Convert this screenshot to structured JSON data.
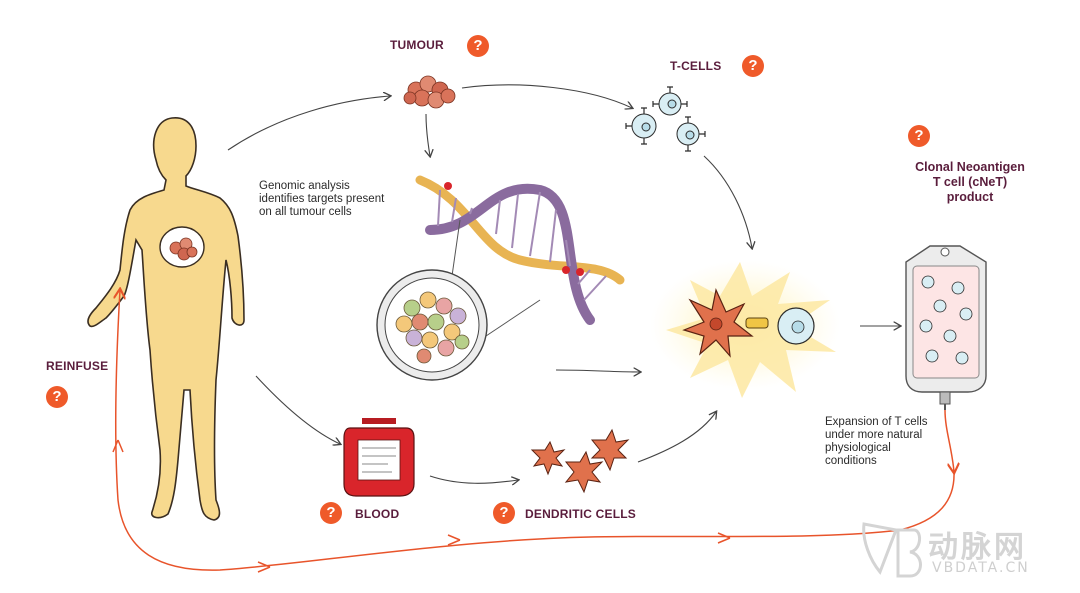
{
  "labels": {
    "tumour": "TUMOUR",
    "tcells": "T-CELLS",
    "reinfuse": "REINFUSE",
    "blood": "BLOOD",
    "dendritic": "DENDRITIC CELLS"
  },
  "cnet_title": [
    "Clonal Neoantigen",
    "T cell (cNeT)",
    "product"
  ],
  "captions": {
    "genomic": [
      "Genomic analysis",
      "identifies targets present",
      "on all tumour cells"
    ],
    "expansion": [
      "Expansion of T cells",
      "under more natural",
      "physiological",
      "conditions"
    ]
  },
  "help_mark": "?",
  "watermark": {
    "main": "动脉网",
    "sub": "VBDATA.CN"
  },
  "colors": {
    "label_text": "#5a1d3c",
    "help_badge": "#ef5a2a",
    "reinfuse_line": "#e8542b",
    "skin": "#f7d98e",
    "tumour": "#d9735a",
    "dna_purple": "#8a6b9e",
    "dna_gold": "#e8b453",
    "tcell": "#d9eef4",
    "dendritic": "#e0714c",
    "blood": "#d9252b"
  }
}
